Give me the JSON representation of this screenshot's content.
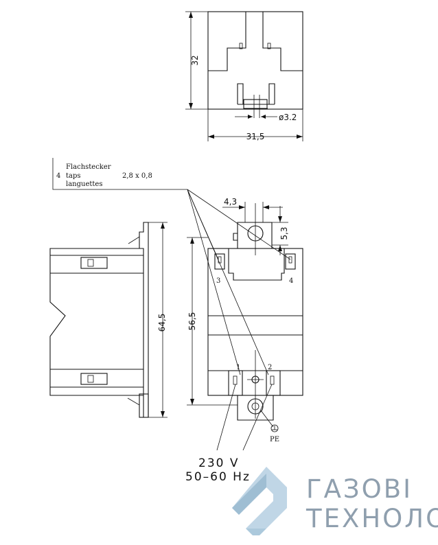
{
  "dimensions": {
    "height_top": "32",
    "width_top": "31,5",
    "hole_diameter": "ø3.2",
    "horizontal_offset": "4,3",
    "vertical_offset": "5,3",
    "side_height": "64,5",
    "front_height": "56,5"
  },
  "note": {
    "count": "4",
    "line1": "Flachstecker",
    "line2": "taps",
    "line3": "languettes",
    "size": "2,8 x 0,8"
  },
  "terminals": {
    "t1": "1",
    "t2": "2",
    "t3": "3",
    "t4": "4",
    "pe": "PE"
  },
  "power": {
    "voltage": "230  V",
    "frequency": "50–60  Hz"
  },
  "brand": {
    "line1": "ГАЗОВІ",
    "line2": "ТЕХНОЛОГІЇ",
    "color": "#8f9fae"
  }
}
